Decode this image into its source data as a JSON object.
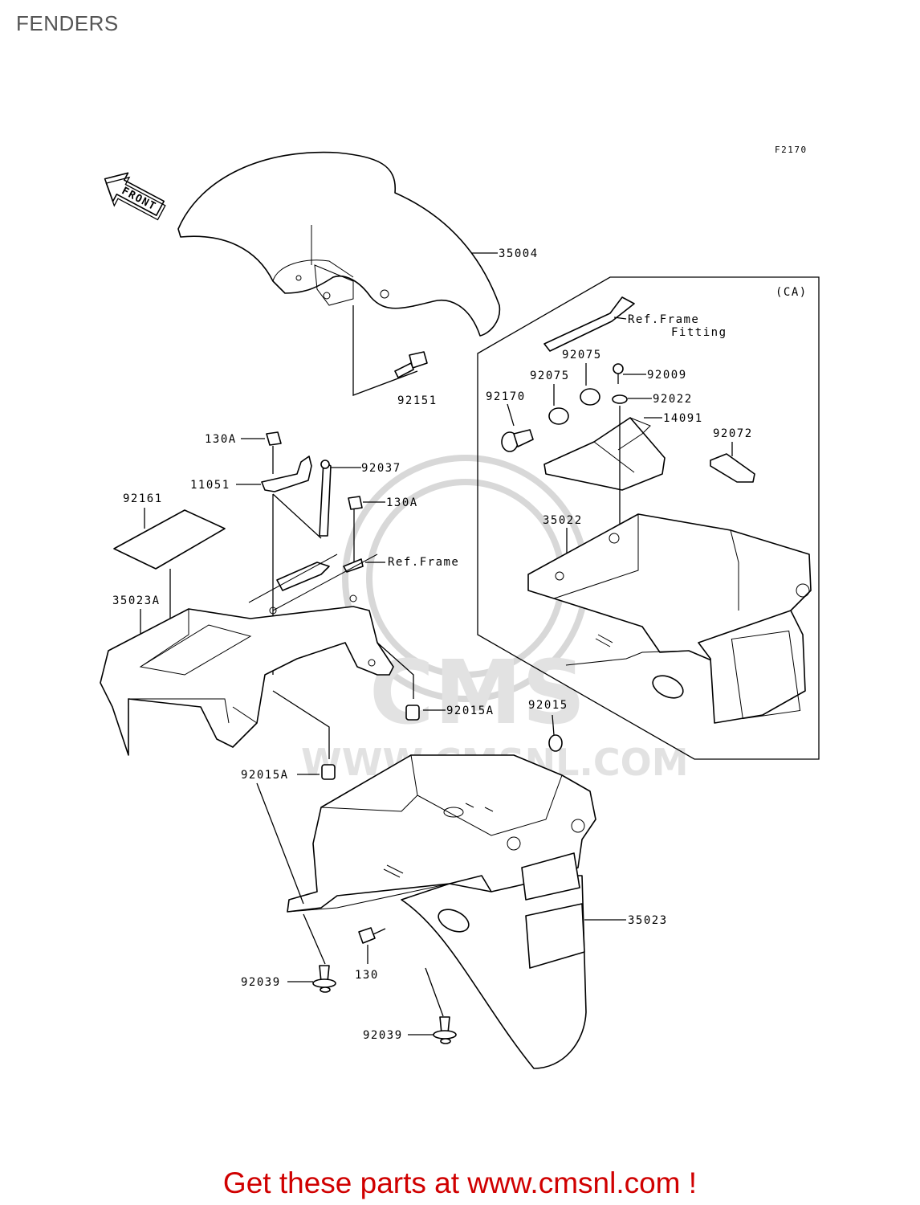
{
  "page": {
    "title": "FENDERS",
    "footer": "Get these parts at www.cmsnl.com !"
  },
  "diagram": {
    "code": "F2170",
    "front_arrow": "FRONT",
    "variant": "(CA)",
    "watermark": {
      "logo": "CMS",
      "url": "WWW.CMSNL.COM"
    },
    "labels": {
      "p35004": "35004",
      "p92151": "92151",
      "ref_frame_fitting_1": "Ref.Frame",
      "ref_frame_fitting_2": "Fitting",
      "p92075a": "92075",
      "p92075b": "92075",
      "p92009": "92009",
      "p92170": "92170",
      "p92022": "92022",
      "p14091": "14091",
      "p92072": "92072",
      "p35022": "35022",
      "p130a_1": "130A",
      "p11051": "11051",
      "p92037": "92037",
      "p130a_2": "130A",
      "p92161": "92161",
      "ref_frame": "Ref.Frame",
      "p35023a": "35023A",
      "p92015a_1": "92015A",
      "p92015": "92015",
      "p92015a_2": "92015A",
      "p35023": "35023",
      "p130": "130",
      "p92039_1": "92039",
      "p92039_2": "92039"
    }
  }
}
